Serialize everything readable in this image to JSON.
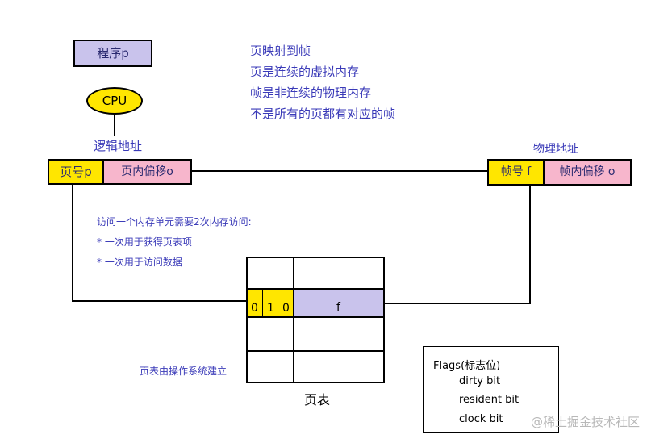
{
  "program": {
    "label": "程序p"
  },
  "cpu": {
    "label": "CPU"
  },
  "notes": [
    "页映射到帧",
    "页是连续的虚拟内存",
    "帧是非连续的物理内存",
    "不是所有的页都有对应的帧"
  ],
  "logical_address": {
    "title": "逻辑地址",
    "page_number": "页号p",
    "page_offset": "页内偏移o"
  },
  "physical_address": {
    "title": "物理地址",
    "frame_number": "帧号 f",
    "frame_offset": "帧内偏移 o"
  },
  "access_note": [
    "访问一个内存单元需要2次内存访问:",
    "* 一次用于获得页表项",
    "* 一次用于访问数据"
  ],
  "page_table": {
    "title": "页表",
    "built_by": "页表由操作系统建立",
    "bits": [
      "0",
      "1",
      "0"
    ],
    "frame": "f"
  },
  "flags": {
    "title": "Flags(标志位)",
    "items": [
      "dirty bit",
      "resident bit",
      "clock bit"
    ]
  },
  "watermark": "@稀土掘金技术社区",
  "colors": {
    "yellow": "#ffe600",
    "lavender": "#c9c3ec",
    "pink": "#f7b6cc",
    "text_blue": "#3a3ab8"
  }
}
